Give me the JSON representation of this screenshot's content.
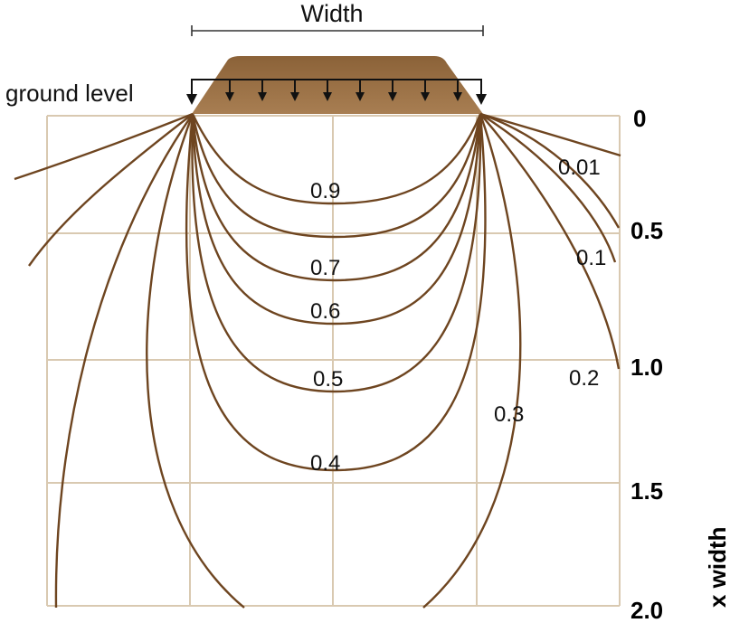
{
  "title": "",
  "width_label": "Width",
  "ground_label": "ground level",
  "axis_unit_label": "x width",
  "depth_ticks": [
    "0",
    "0.5",
    "1.0",
    "1.5",
    "2.0"
  ],
  "contour_labels": [
    "0.01",
    "0.1",
    "0.2",
    "0.3",
    "0.4",
    "0.5",
    "0.6",
    "0.7",
    "0.9"
  ],
  "colors": {
    "footing_top": "#8b6238",
    "footing_bottom": "#a4794d",
    "bulb_line": "#6e4520",
    "grid": "#d9c9b1",
    "text": "#111111"
  },
  "icons": [
    "downward-load-arrow-icon",
    "dimension-line-icon"
  ]
}
